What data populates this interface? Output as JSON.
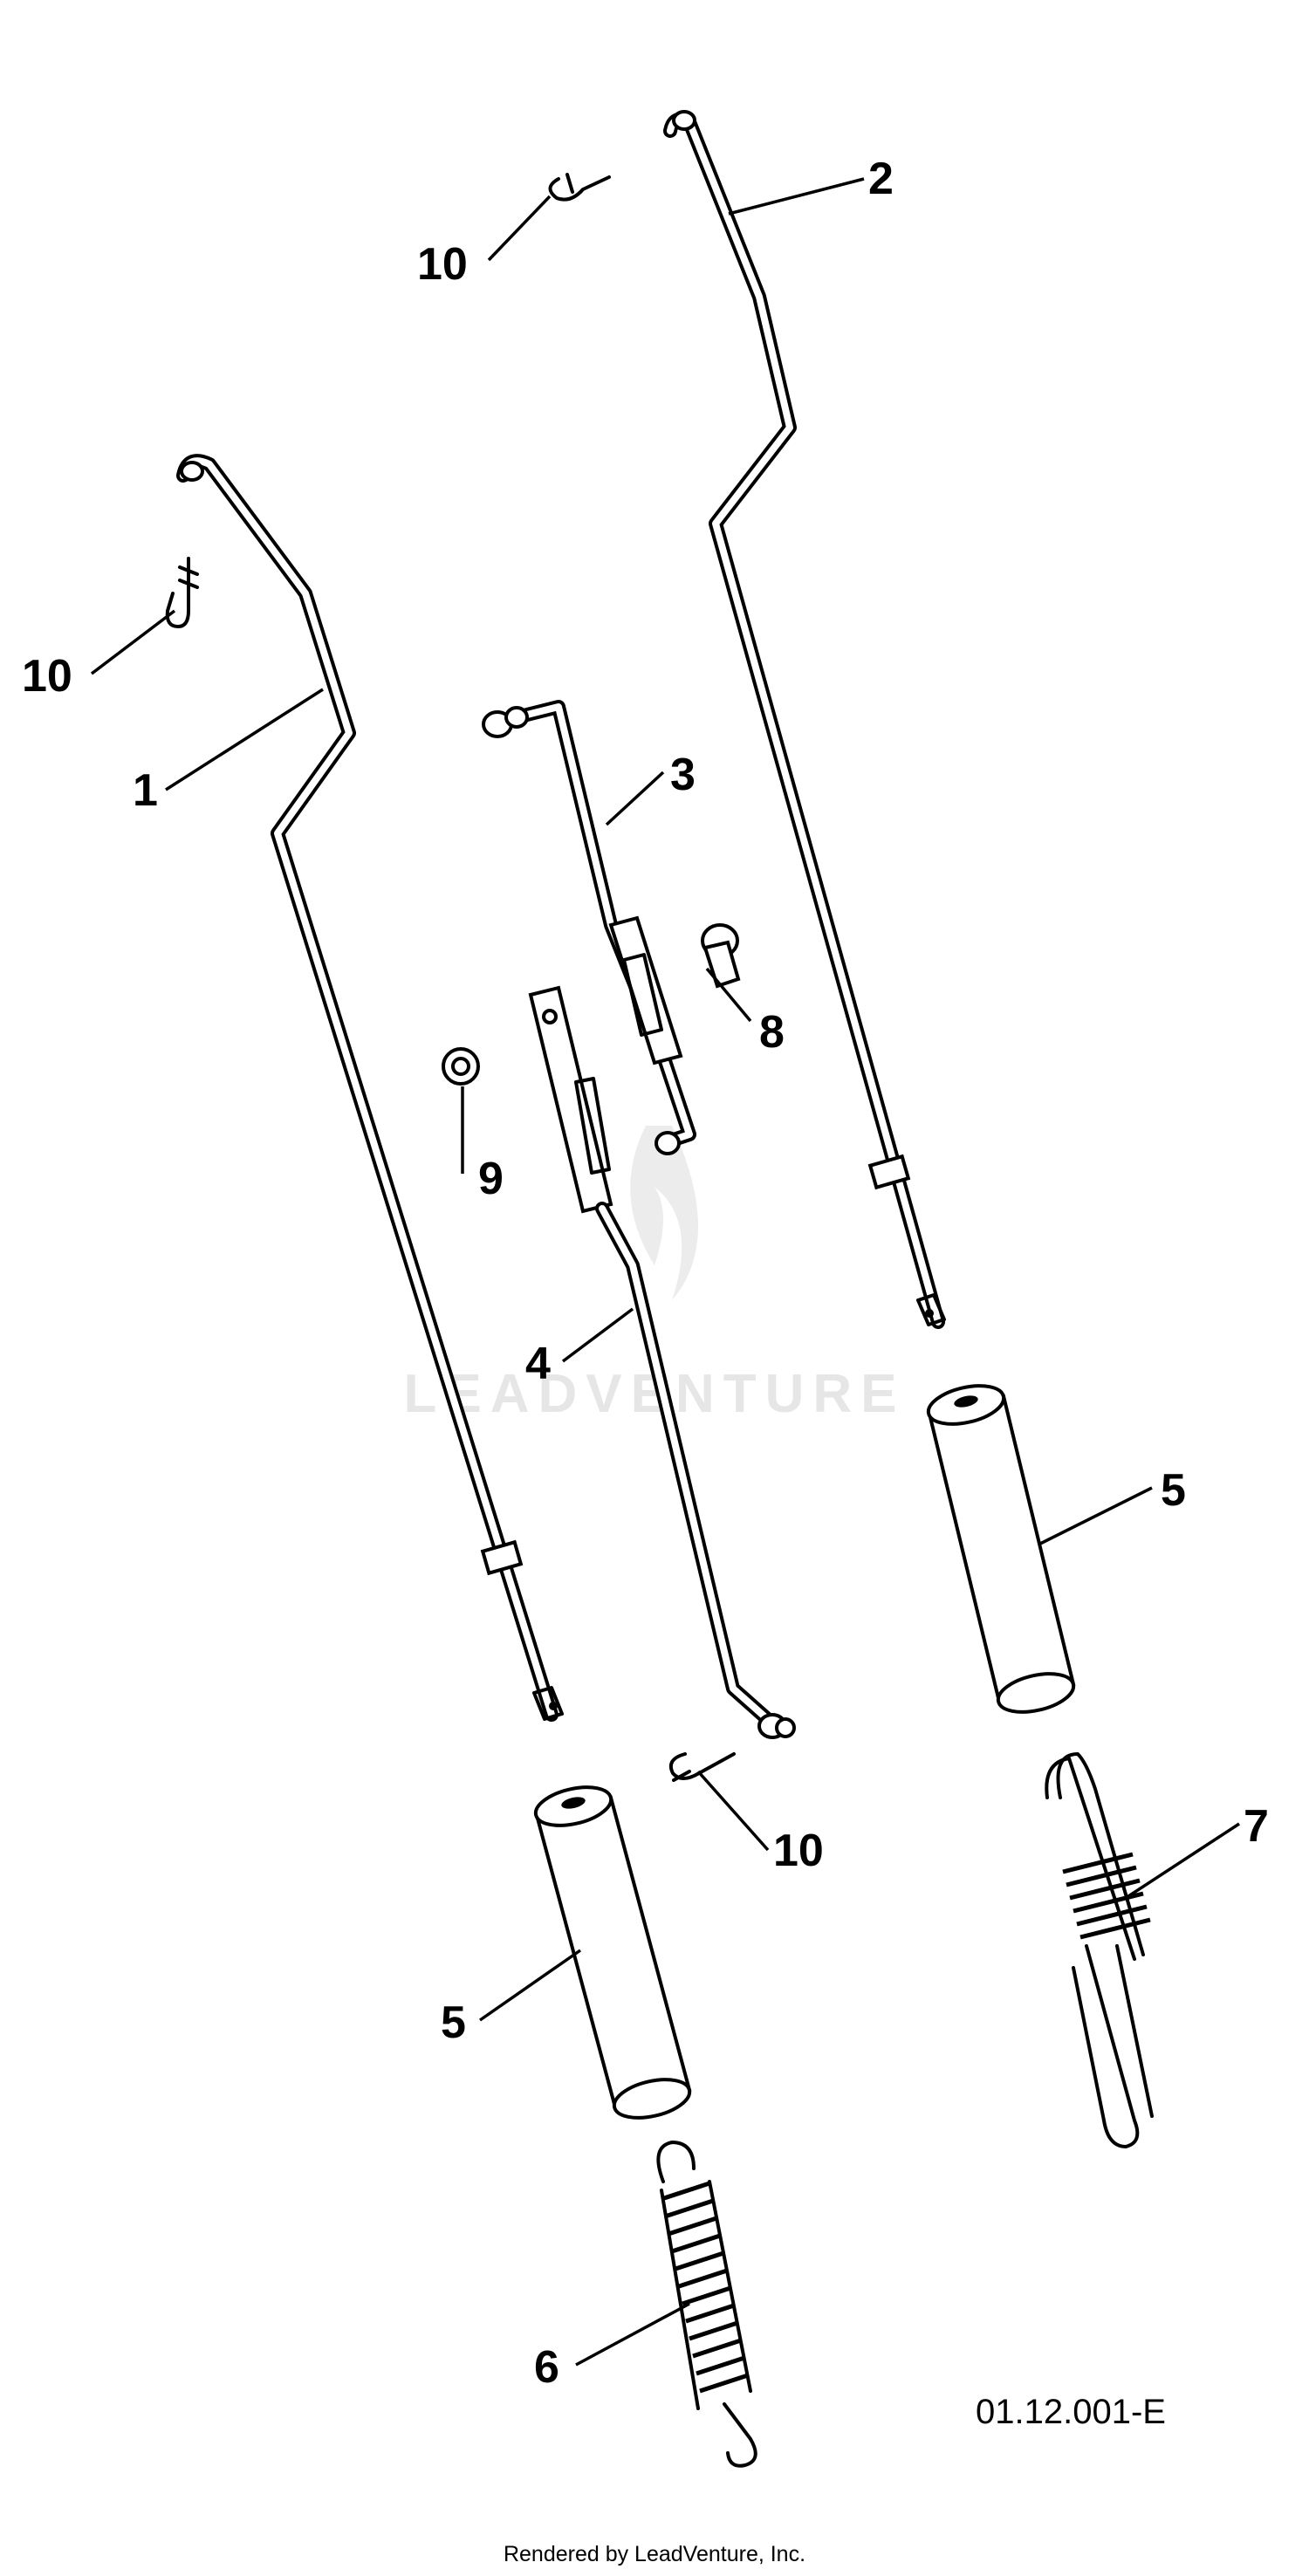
{
  "diagram": {
    "id_code": "01.12.001-E",
    "footer": "Rendered by LeadVenture, Inc.",
    "watermark": "LEADVENTURE",
    "callouts": {
      "part_1": "1",
      "part_2": "2",
      "part_3": "3",
      "part_4": "4",
      "part_5_upper": "5",
      "part_5_lower": "5",
      "part_6": "6",
      "part_7": "7",
      "part_8": "8",
      "part_9": "9",
      "part_10_top": "10",
      "part_10_left": "10",
      "part_10_mid": "10"
    }
  }
}
